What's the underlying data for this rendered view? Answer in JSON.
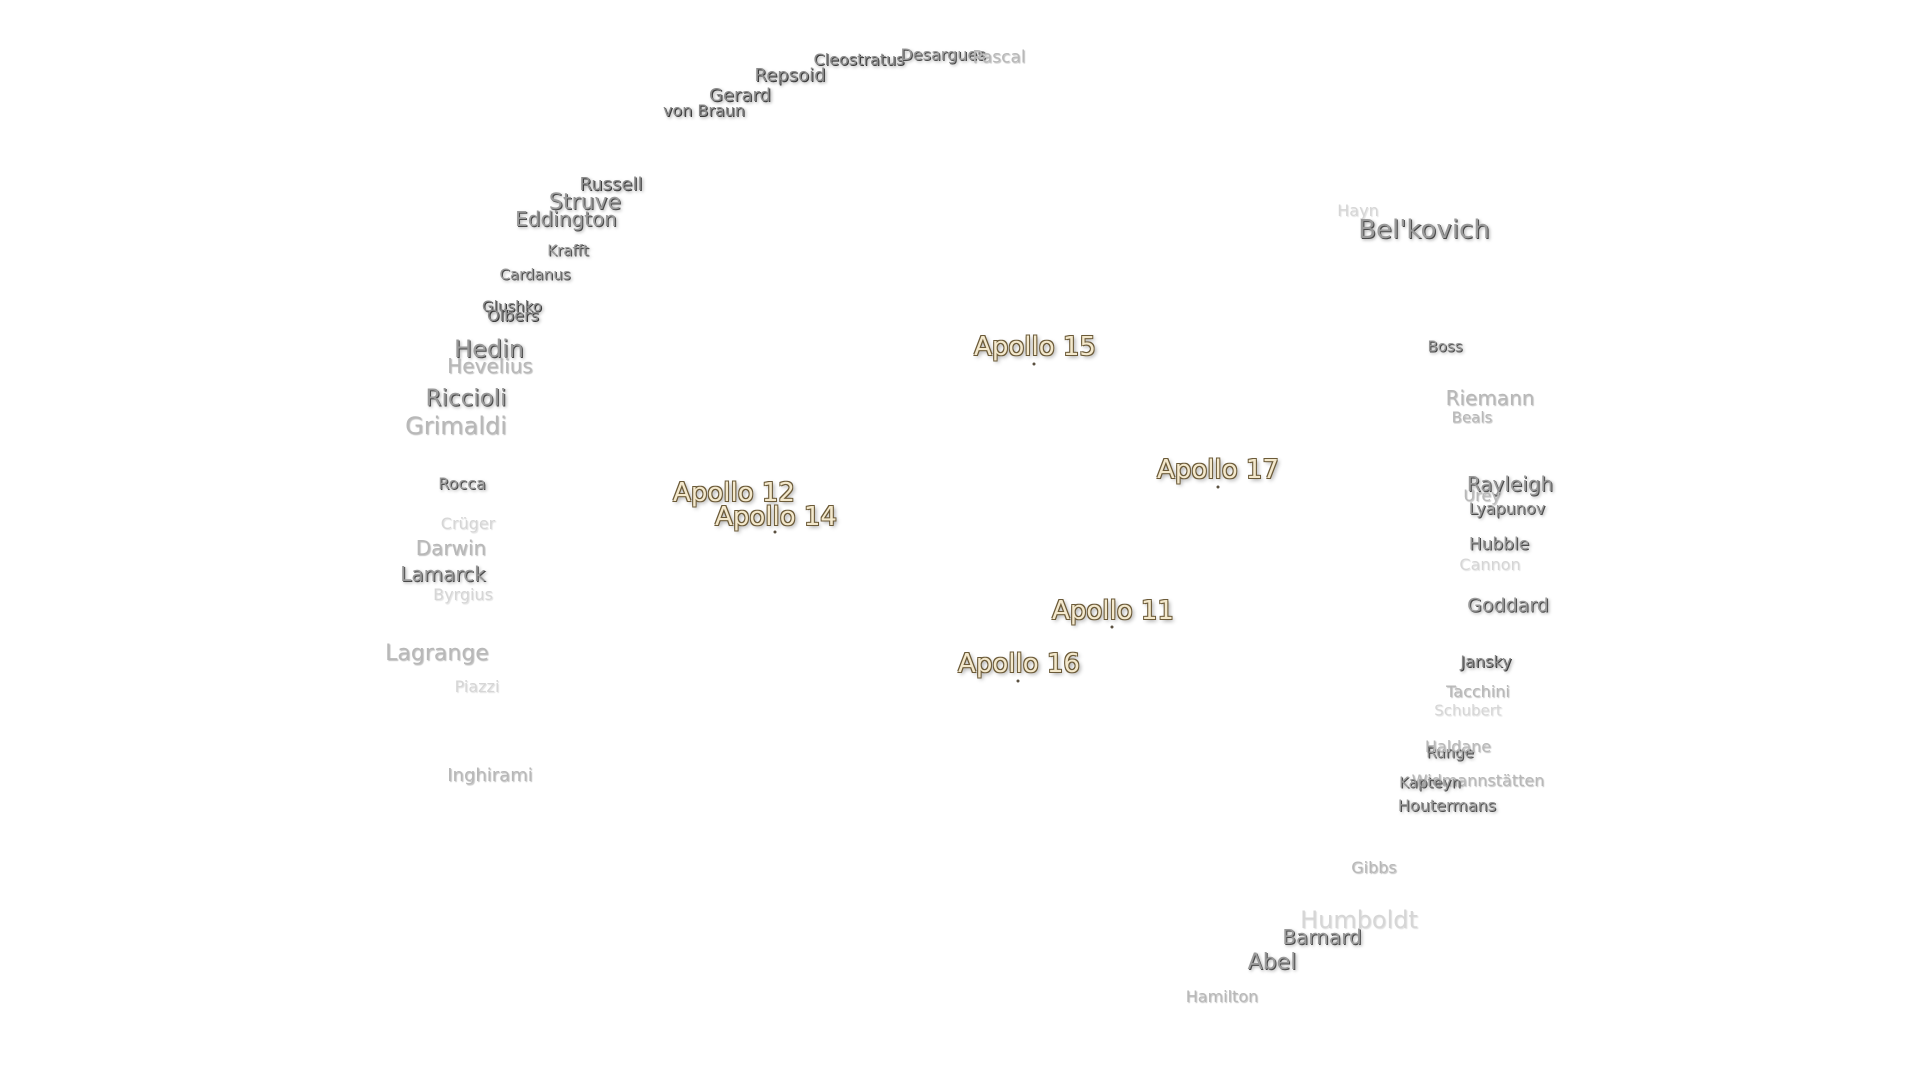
{
  "map": {
    "apollo_sites": [
      {
        "id": "apollo-11",
        "label": "Apollo 11"
      },
      {
        "id": "apollo-12",
        "label": "Apollo 12"
      },
      {
        "id": "apollo-14",
        "label": "Apollo 14"
      },
      {
        "id": "apollo-15",
        "label": "Apollo 15"
      },
      {
        "id": "apollo-16",
        "label": "Apollo 16"
      },
      {
        "id": "apollo-17",
        "label": "Apollo 17"
      }
    ],
    "craters": [
      "Cleostratus",
      "Desargues",
      "Pascal",
      "Repsoid",
      "Gerard",
      "von Braun",
      "Russell",
      "Struve",
      "Eddington",
      "Krafft",
      "Cardanus",
      "Glushko",
      "Olbers",
      "Hedin",
      "Hevelius",
      "Riccioli",
      "Grimaldi",
      "Rocca",
      "Crüger",
      "Darwin",
      "Lamarck",
      "Byrgius",
      "Lagrange",
      "Piazzi",
      "Inghirami",
      "Hayn",
      "Bel'kovich",
      "Boss",
      "Riemann",
      "Beals",
      "Rayleigh",
      "Urey",
      "Lyapunov",
      "Hubble",
      "Cannon",
      "Goddard",
      "Jansky",
      "Tacchini",
      "Schubert",
      "Runge",
      "Haldane",
      "Widmannstätten",
      "Kapteyn",
      "Houtermans",
      "Gibbs",
      "Humboldt",
      "Barnard",
      "Abel",
      "Hamilton"
    ]
  }
}
